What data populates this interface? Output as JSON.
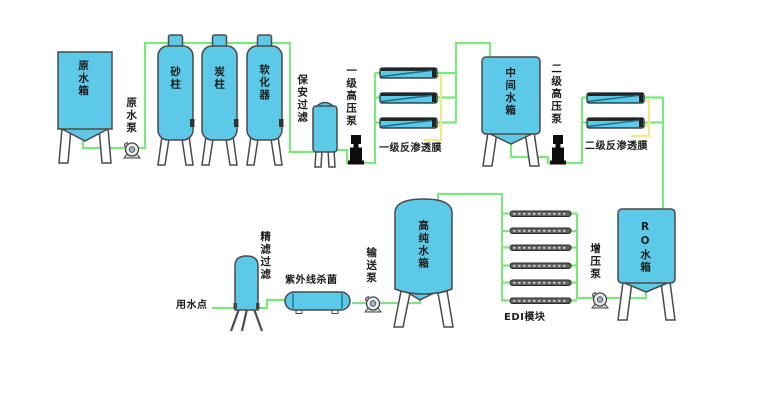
{
  "diagram_title": "",
  "labels": {
    "raw_tank": "原水箱",
    "raw_pump": "原水泵",
    "sand_column": "砂柱",
    "carbon_column": "炭柱",
    "softener": "软化器",
    "security_filter": "保安过滤",
    "stage1_hp_pump": "一级高压泵",
    "stage1_ro_membrane": "一级反渗透膜",
    "middle_tank": "中间水箱",
    "stage2_hp_pump": "二级高压泵",
    "stage2_ro_membrane": "二级反渗透膜",
    "ro_tank": "RO水箱",
    "booster_pump": "增压泵",
    "edi_module": "EDI模块",
    "high_purity_tank": "高纯水箱",
    "transfer_pump": "输送泵",
    "uv_sterilizer": "紫外线杀菌",
    "fine_filter": "精滤过滤",
    "water_use_point": "用水点"
  },
  "counts": {
    "stage1_membranes": 3,
    "stage2_membranes": 2,
    "edi_bars": 6
  },
  "process_flow": [
    "原水箱",
    "原水泵",
    "砂柱",
    "炭柱",
    "软化器",
    "保安过滤",
    "一级高压泵",
    "一级反渗透膜",
    "中间水箱",
    "二级高压泵",
    "二级反渗透膜",
    "RO水箱",
    "增压泵",
    "EDI模块",
    "高纯水箱",
    "输送泵",
    "紫外线杀菌",
    "精滤过滤",
    "用水点"
  ],
  "colors": {
    "vessel_fill": "#5cc9e8",
    "vessel_outline": "#4a4a4a",
    "pipe_green": "#7ee67e",
    "pipe_yellow": "#ece98c",
    "pump_black": "#111111",
    "edi_bar_gray": "#5e5e5e",
    "background": "#ffffff"
  }
}
